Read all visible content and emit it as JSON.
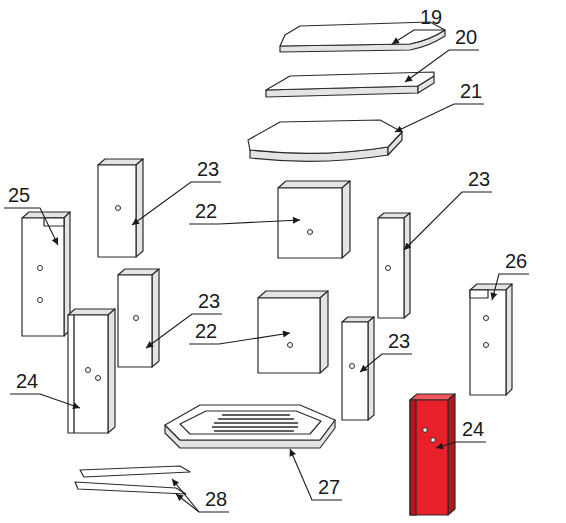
{
  "diagram": {
    "labels": [
      "19",
      "20",
      "21",
      "23",
      "23",
      "25",
      "22",
      "26",
      "23",
      "22",
      "23",
      "24",
      "24",
      "27",
      "28"
    ]
  }
}
